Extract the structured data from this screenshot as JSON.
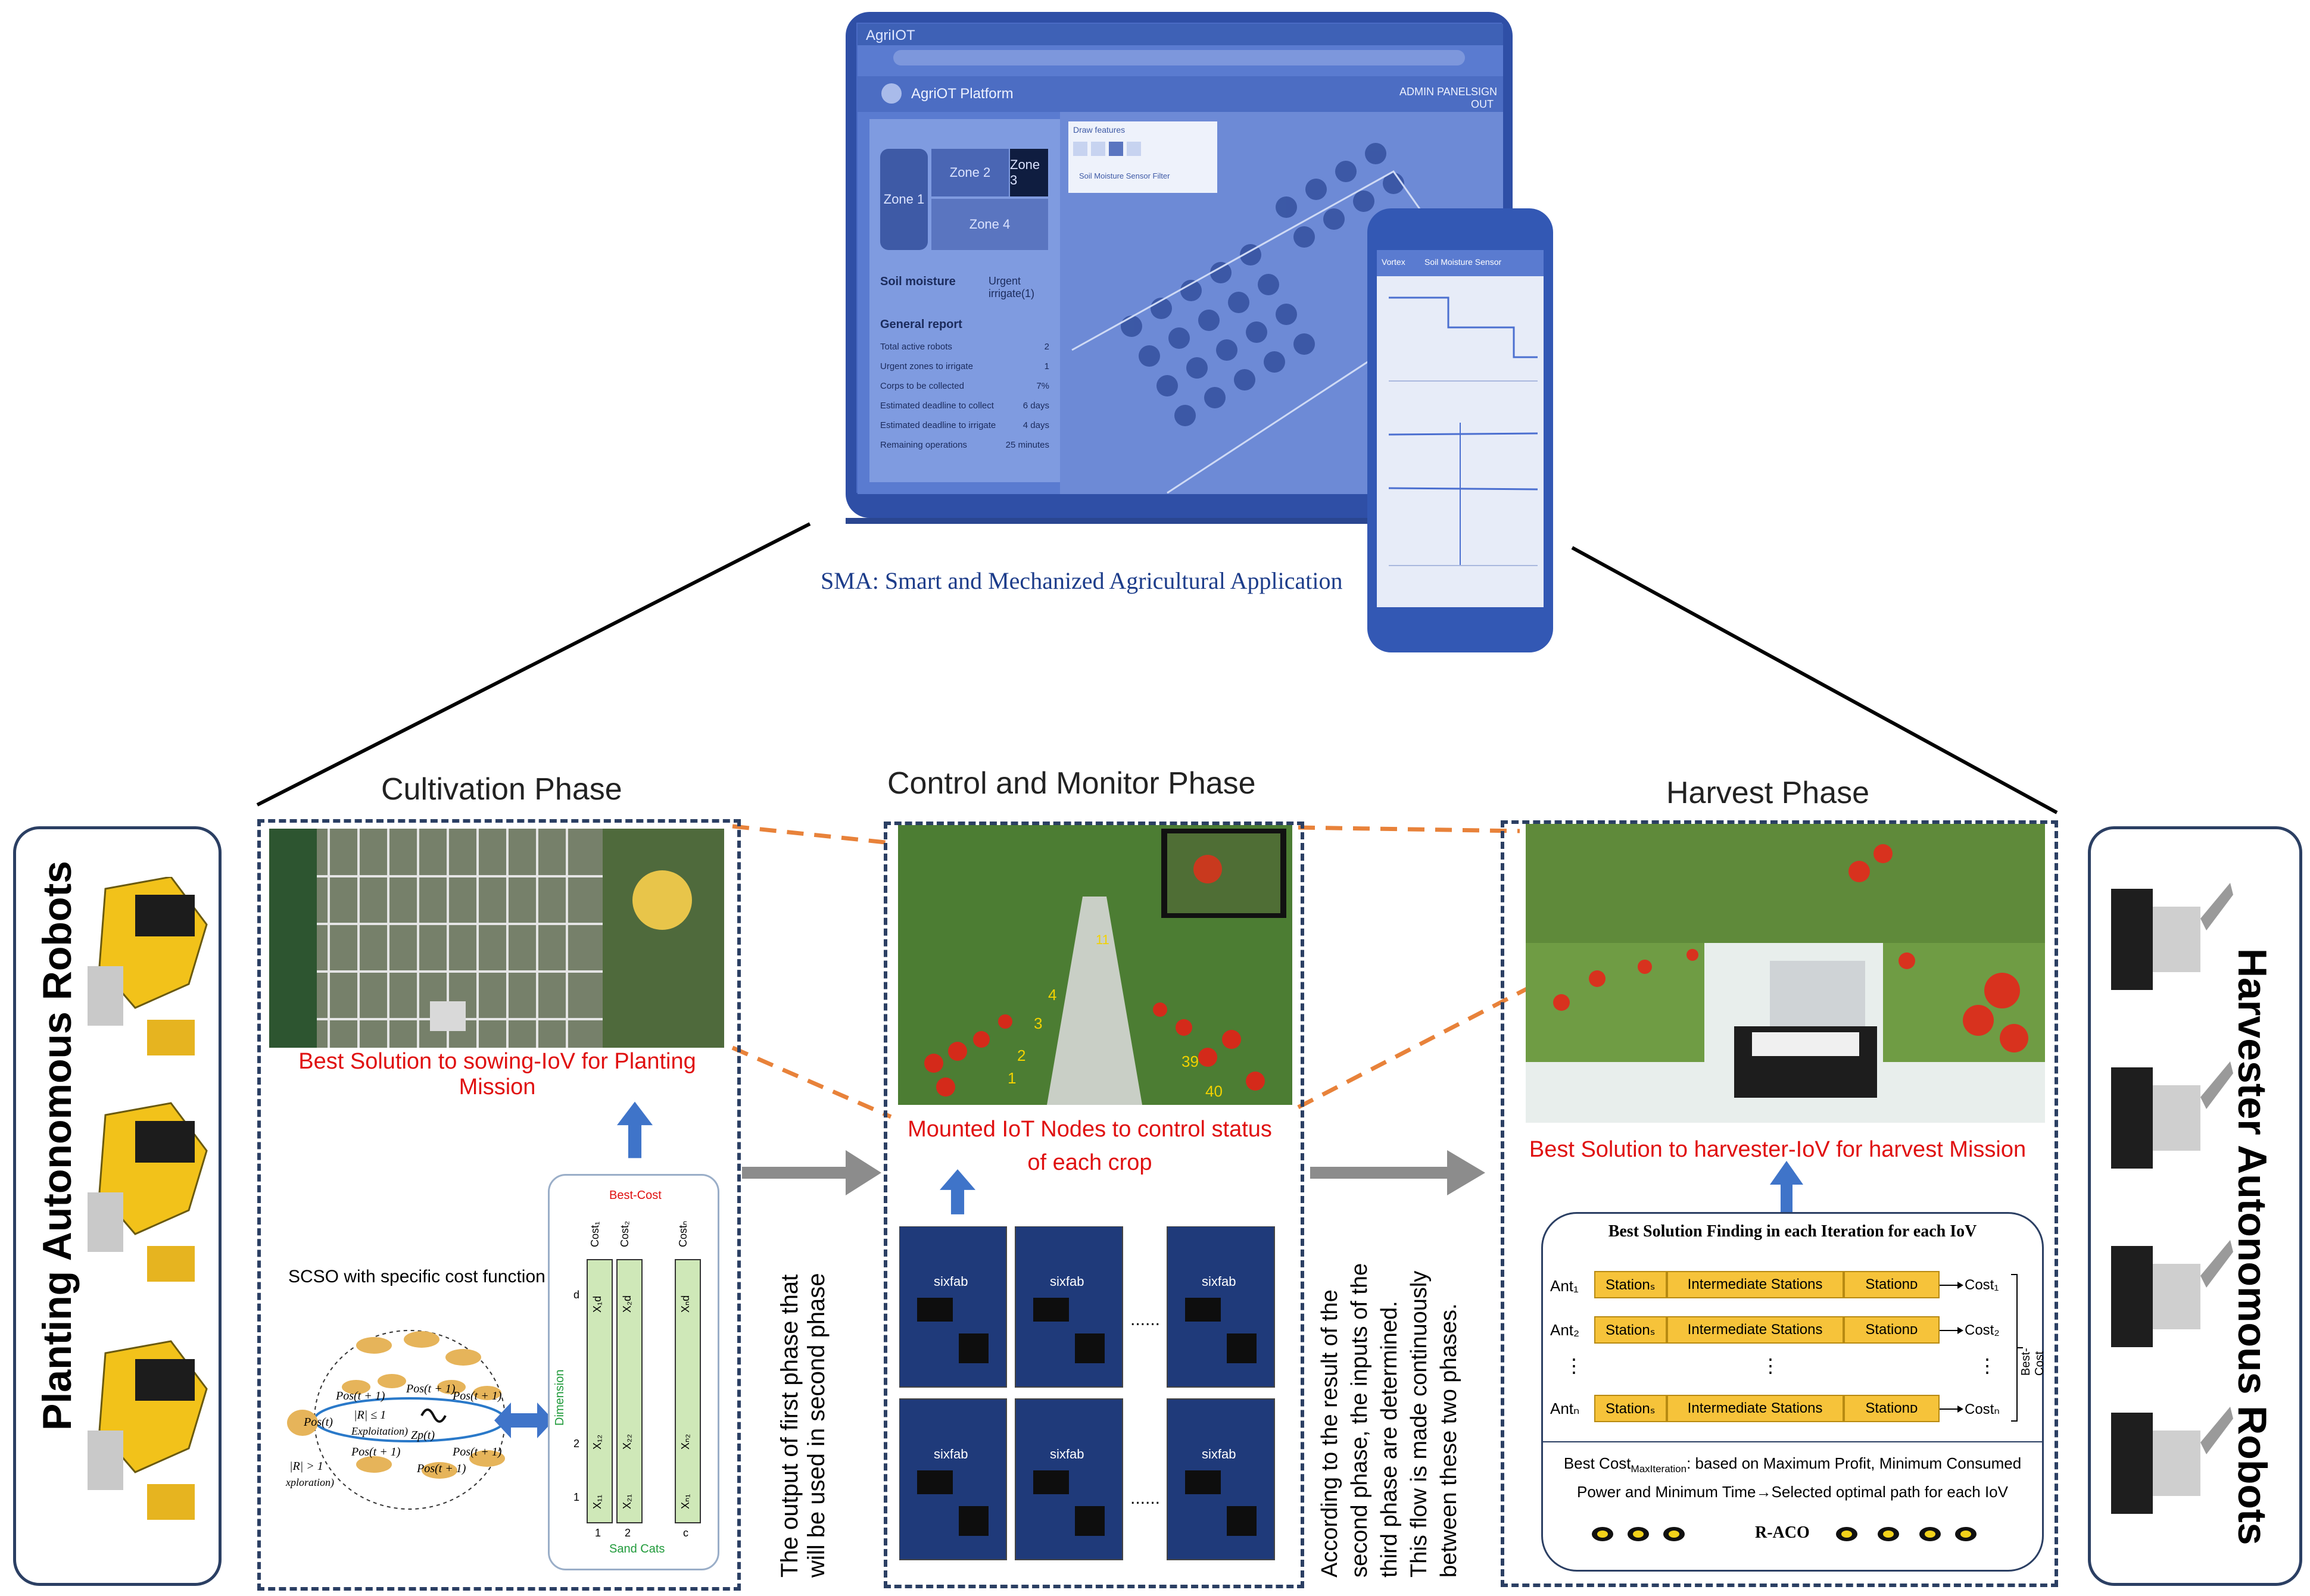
{
  "top": {
    "caption": "SMA: Smart and Mechanized Agricultural Application",
    "laptop": {
      "tab": "AgriIOT",
      "app_title": "AgriOT Platform",
      "header_right_1": "ADMIN PANEL",
      "header_right_2": "SIGN OUT",
      "zones": [
        "Zone 1",
        "Zone 2",
        "Zone 3",
        "Zone 4"
      ],
      "soil_label": "Soil moisture",
      "soil_value": "Urgent irrigate(1)",
      "report_title": "General report",
      "report_rows": [
        {
          "label": "Total active robots",
          "value": "2"
        },
        {
          "label": "Urgent zones to irrigate",
          "value": "1"
        },
        {
          "label": "Corps to be collected",
          "value": "7%"
        },
        {
          "label": "Estimated deadline to collect",
          "value": "6 days"
        },
        {
          "label": "Estimated deadline to irrigate",
          "value": "4 days"
        },
        {
          "label": "Remaining operations",
          "value": "25 minutes"
        }
      ],
      "panel_title": "Draw features",
      "panel_item": "Soil Moisture Sensor Filter"
    },
    "phone": {
      "back": "Vortex",
      "title": "Soil Moisture Sensor"
    }
  },
  "left_robots_label": "Planting Autonomous Robots",
  "right_robots_label": "Harvester Autonomous Robots",
  "phases": {
    "cultivation": {
      "title": "Cultivation Phase",
      "caption": "Best Solution to sowing-IoV for Planting Mission",
      "scso_label": "SCSO with specific cost function",
      "matrix_top": "Best-Cost",
      "matrix_bottom": "Sand Cats",
      "matrix_side": "Dimension",
      "costs": [
        "Cost₁",
        "Cost₂",
        "Costₙ"
      ],
      "cells_col1": [
        "X₁d",
        "X₁₂",
        "X₁₁"
      ],
      "cells_col2": [
        "X₂d",
        "X₂₂",
        "X₂₁"
      ],
      "cells_col3": [
        "Xₙd",
        "Xₙ₂",
        "Xₙ₁"
      ],
      "rows_axis": [
        "d",
        "2",
        "1"
      ],
      "cols_axis": [
        "1",
        "2",
        "c"
      ],
      "cat_labels": {
        "pos_t": "Pos(t)",
        "pos_t1": "Pos(t + 1)",
        "r_le": "|R| ≤ 1",
        "exploitation": "Exploitation)",
        "r_gt": "|R| > 1",
        "exploration": "xploration)",
        "zp": "Zp(t)"
      }
    },
    "control": {
      "title": "Control and Monitor Phase",
      "caption_line1": "Mounted IoT Nodes to control status",
      "caption_line2": "of each crop",
      "row_numbers": [
        "1",
        "2",
        "3",
        "4",
        "11",
        "39",
        "40"
      ],
      "board_label": "sixfab",
      "dots": "......"
    },
    "harvest": {
      "title": "Harvest Phase",
      "caption": "Best Solution to harvester-IoV for harvest Mission",
      "aco_title": "Best Solution Finding in each Iteration for each IoV",
      "ants": [
        "Ant₁",
        "Ant₂",
        "Antₙ"
      ],
      "station_s": "Stationₛ",
      "intermediate": "Intermediate Stations",
      "station_d": "Stationᴅ",
      "costs": [
        "Cost₁",
        "Cost₂",
        "Costₙ"
      ],
      "best_cost_side": "Best-Cost",
      "best_cost_line1": "Best Cost",
      "best_cost_sub": "MaxIteration",
      "best_cost_rest": ": based on Maximum Profit, Minimum Consumed",
      "best_cost_line2": "Power and Minimum Time→Selected optimal path for each IoV",
      "raco": "R-ACO",
      "vdots": "⋮"
    }
  },
  "flow_text_1": [
    "The output of first phase that",
    "will be used in second phase"
  ],
  "flow_text_2": [
    "According to the result of the",
    "second phase, the inputs of the",
    "third phase are determined.",
    "This flow is made continuously",
    "between these two phases."
  ],
  "colors": {
    "frame_blue": "#2b3f63",
    "caption_red": "#e01010",
    "arrow_blue": "#3f74c9",
    "arrow_gray": "#8c8c8c",
    "dash_orange": "#e8823a",
    "laptop_blue": "#3b5fb8",
    "station_yellow": "#f6c33a"
  }
}
